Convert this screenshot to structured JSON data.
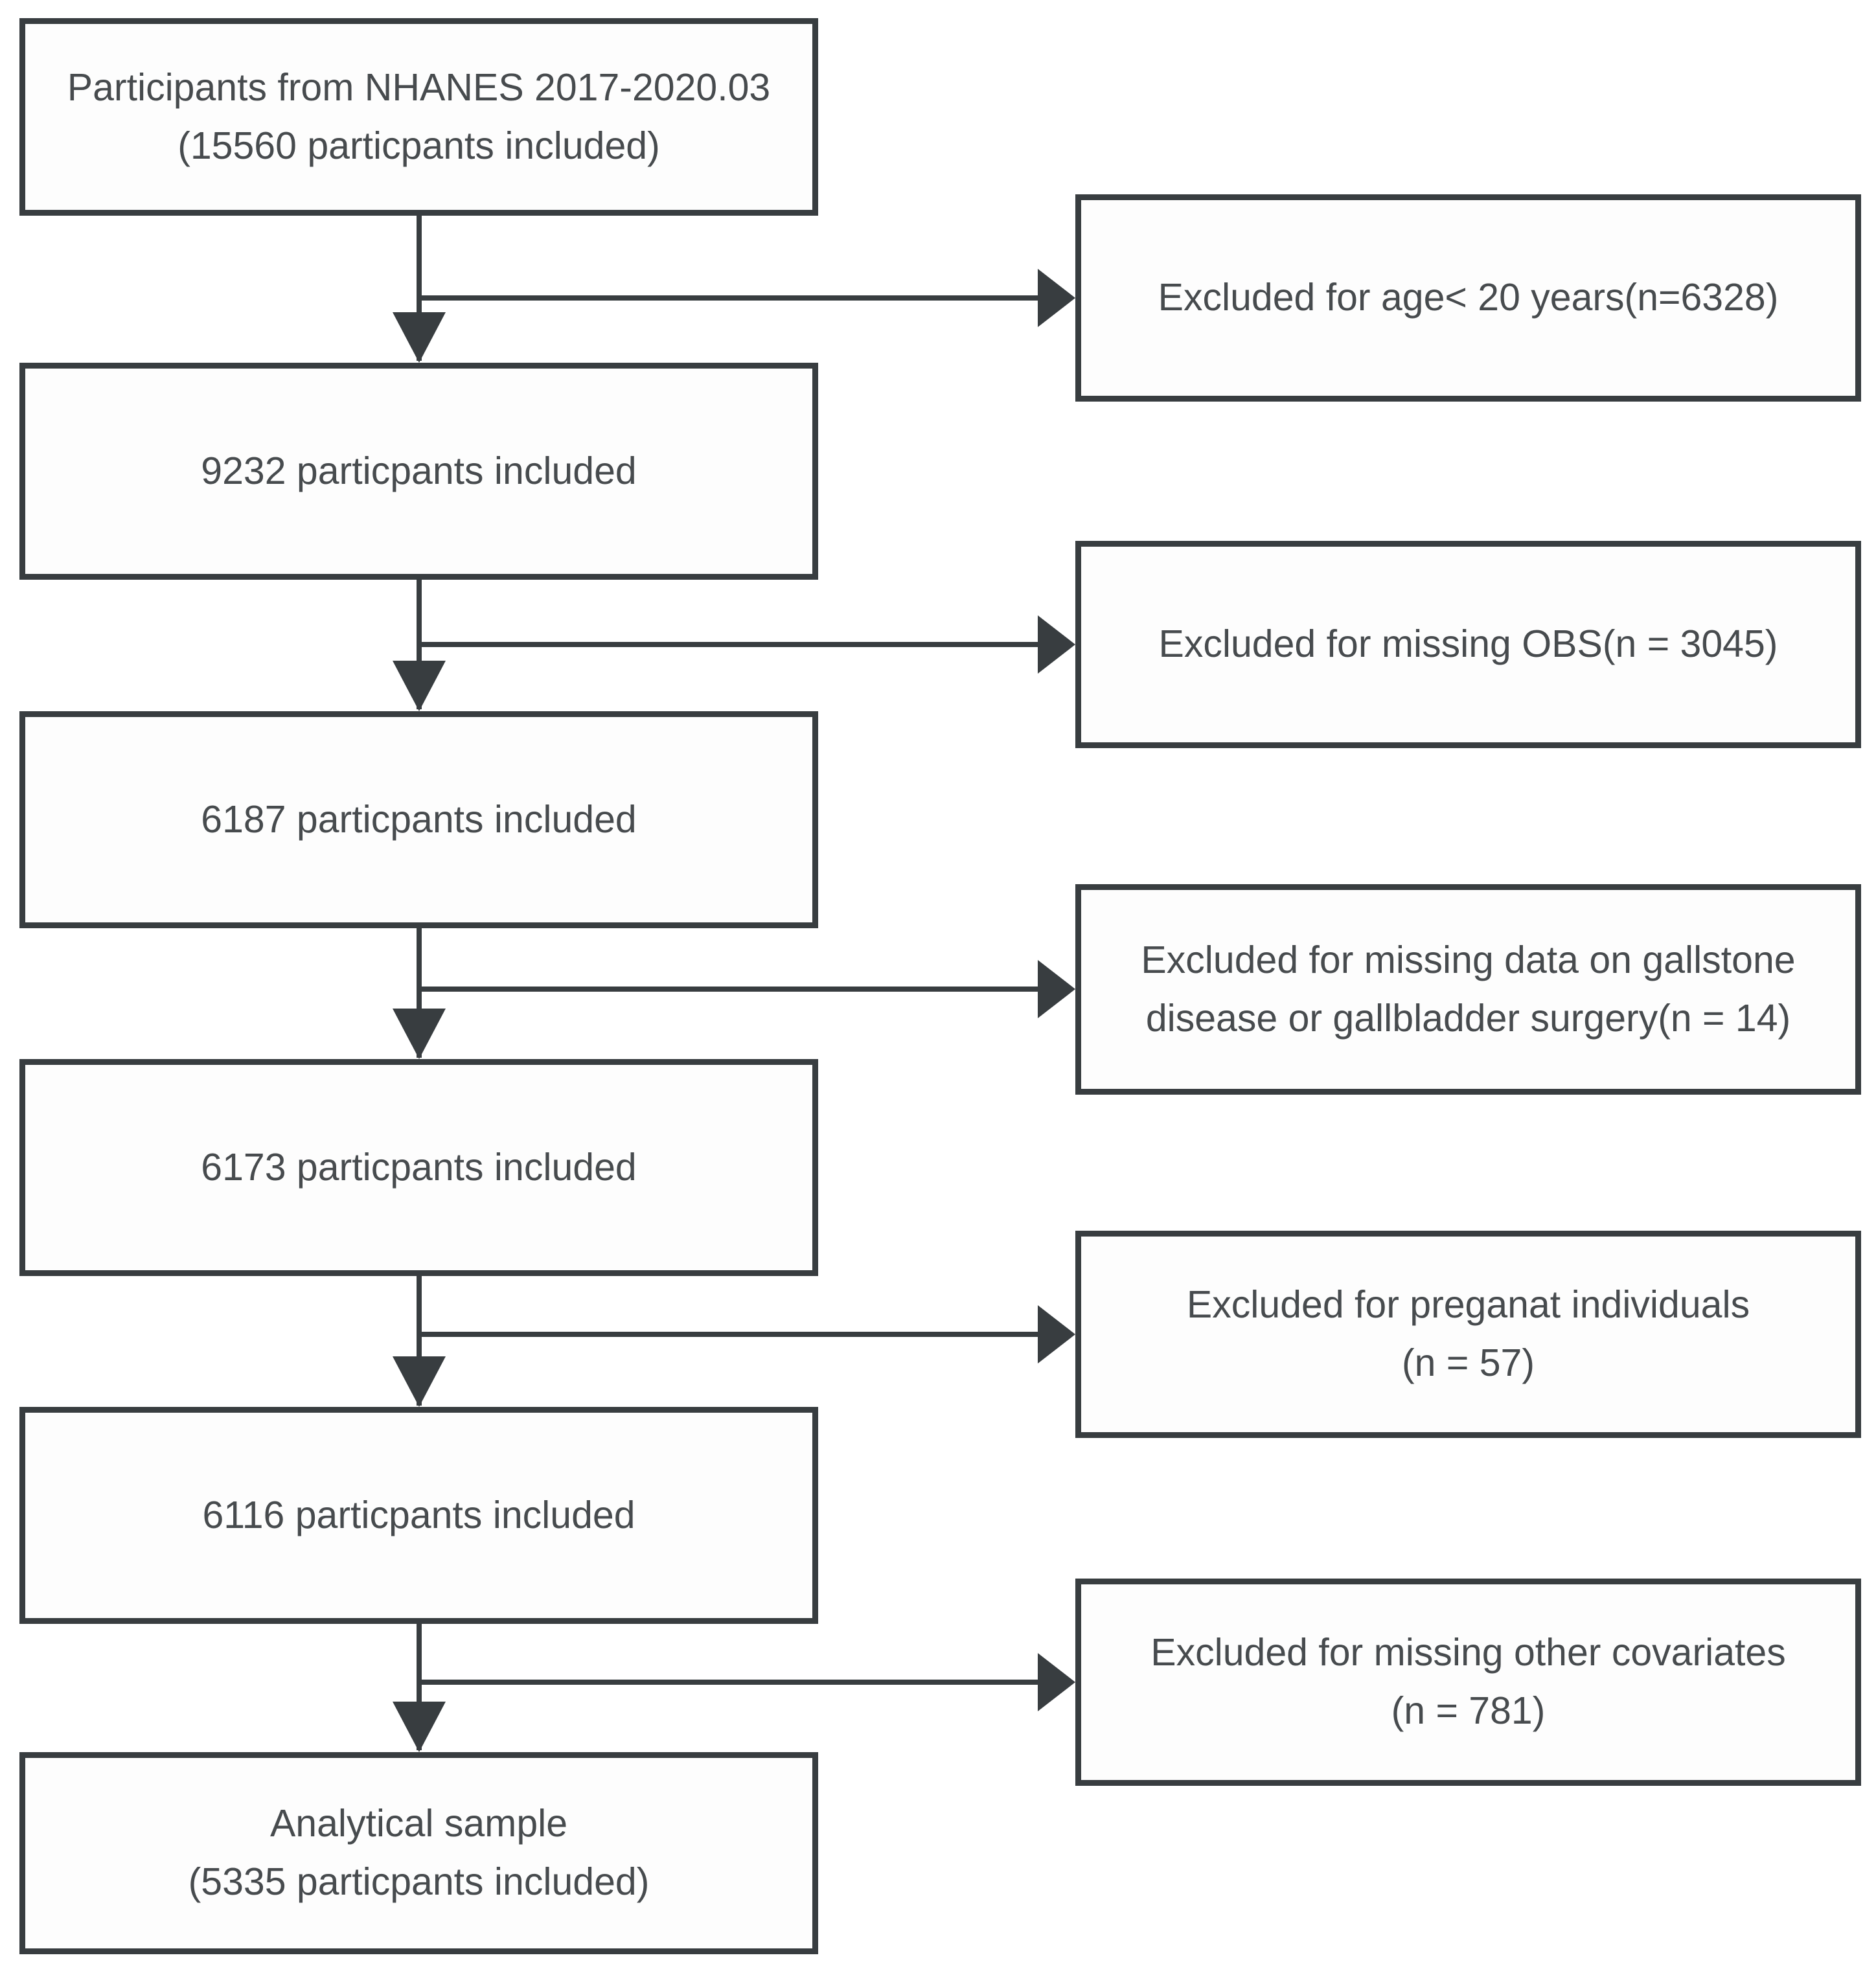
{
  "flowchart": {
    "main_boxes": [
      {
        "text": "Participants from NHANES 2017-2020.03\n(15560 particpants included)"
      },
      {
        "text": "9232 particpants included"
      },
      {
        "text": "6187 particpants included"
      },
      {
        "text": "6173 particpants included"
      },
      {
        "text": "6116 particpants included"
      },
      {
        "text": "Analytical sample\n(5335 particpants included)"
      }
    ],
    "exclusion_boxes": [
      {
        "text": "Excluded for age< 20 years(n=6328)"
      },
      {
        "text": "Excluded for missing OBS(n = 3045)"
      },
      {
        "text": "Excluded for missing data on gallstone\ndisease or gallbladder surgery(n = 14)"
      },
      {
        "text": "Excluded for preganat individuals\n(n = 57)"
      },
      {
        "text": "Excluded for missing other covariates\n(n = 781)"
      }
    ],
    "colors": {
      "line": "#383d40",
      "text": "#474b4e",
      "box_background": "#fdfdfd",
      "page_background": "#ffffff"
    }
  }
}
